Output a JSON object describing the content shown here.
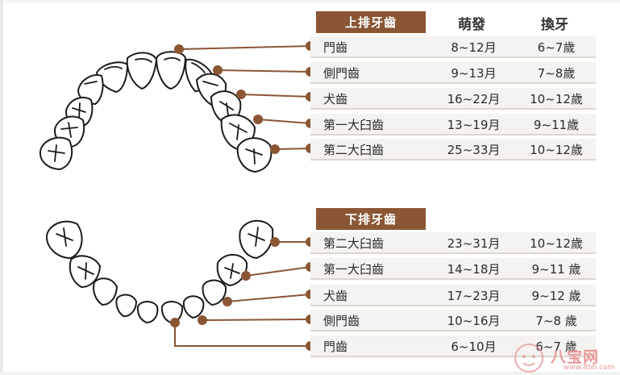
{
  "columns": {
    "eruption": "萌發",
    "replacement": "換牙"
  },
  "upper": {
    "title": "上排牙齒",
    "rows": [
      {
        "tooth": "門齒",
        "eruption": "8~12月",
        "replacement": "6~7歲"
      },
      {
        "tooth": "側門齒",
        "eruption": "9~13月",
        "replacement": "7~8歲"
      },
      {
        "tooth": "犬齒",
        "eruption": "16~22月",
        "replacement": "10~12歲"
      },
      {
        "tooth": "第一大臼齒",
        "eruption": "13~19月",
        "replacement": "9~11歲"
      },
      {
        "tooth": "第二大臼齒",
        "eruption": "25~33月",
        "replacement": "10~12歲"
      }
    ]
  },
  "lower": {
    "title": "下排牙齒",
    "rows": [
      {
        "tooth": "第二大臼齒",
        "eruption": "23~31月",
        "replacement": "10~12歲"
      },
      {
        "tooth": "第一大臼齒",
        "eruption": "14~18月",
        "replacement": "9~11 歲"
      },
      {
        "tooth": "犬齒",
        "eruption": "17~23月",
        "replacement": "9~12 歲"
      },
      {
        "tooth": "側門齒",
        "eruption": "10~16月",
        "replacement": "7~8 歲"
      },
      {
        "tooth": "門齒",
        "eruption": "6~10月",
        "replacement": "6~7 歲"
      }
    ]
  },
  "watermark": {
    "name": "八宝网",
    "url": "www.8bb.com"
  },
  "colors": {
    "accent": "#8a5634",
    "row_bg": "#f5f3f1",
    "watermark": "#e79a99"
  }
}
